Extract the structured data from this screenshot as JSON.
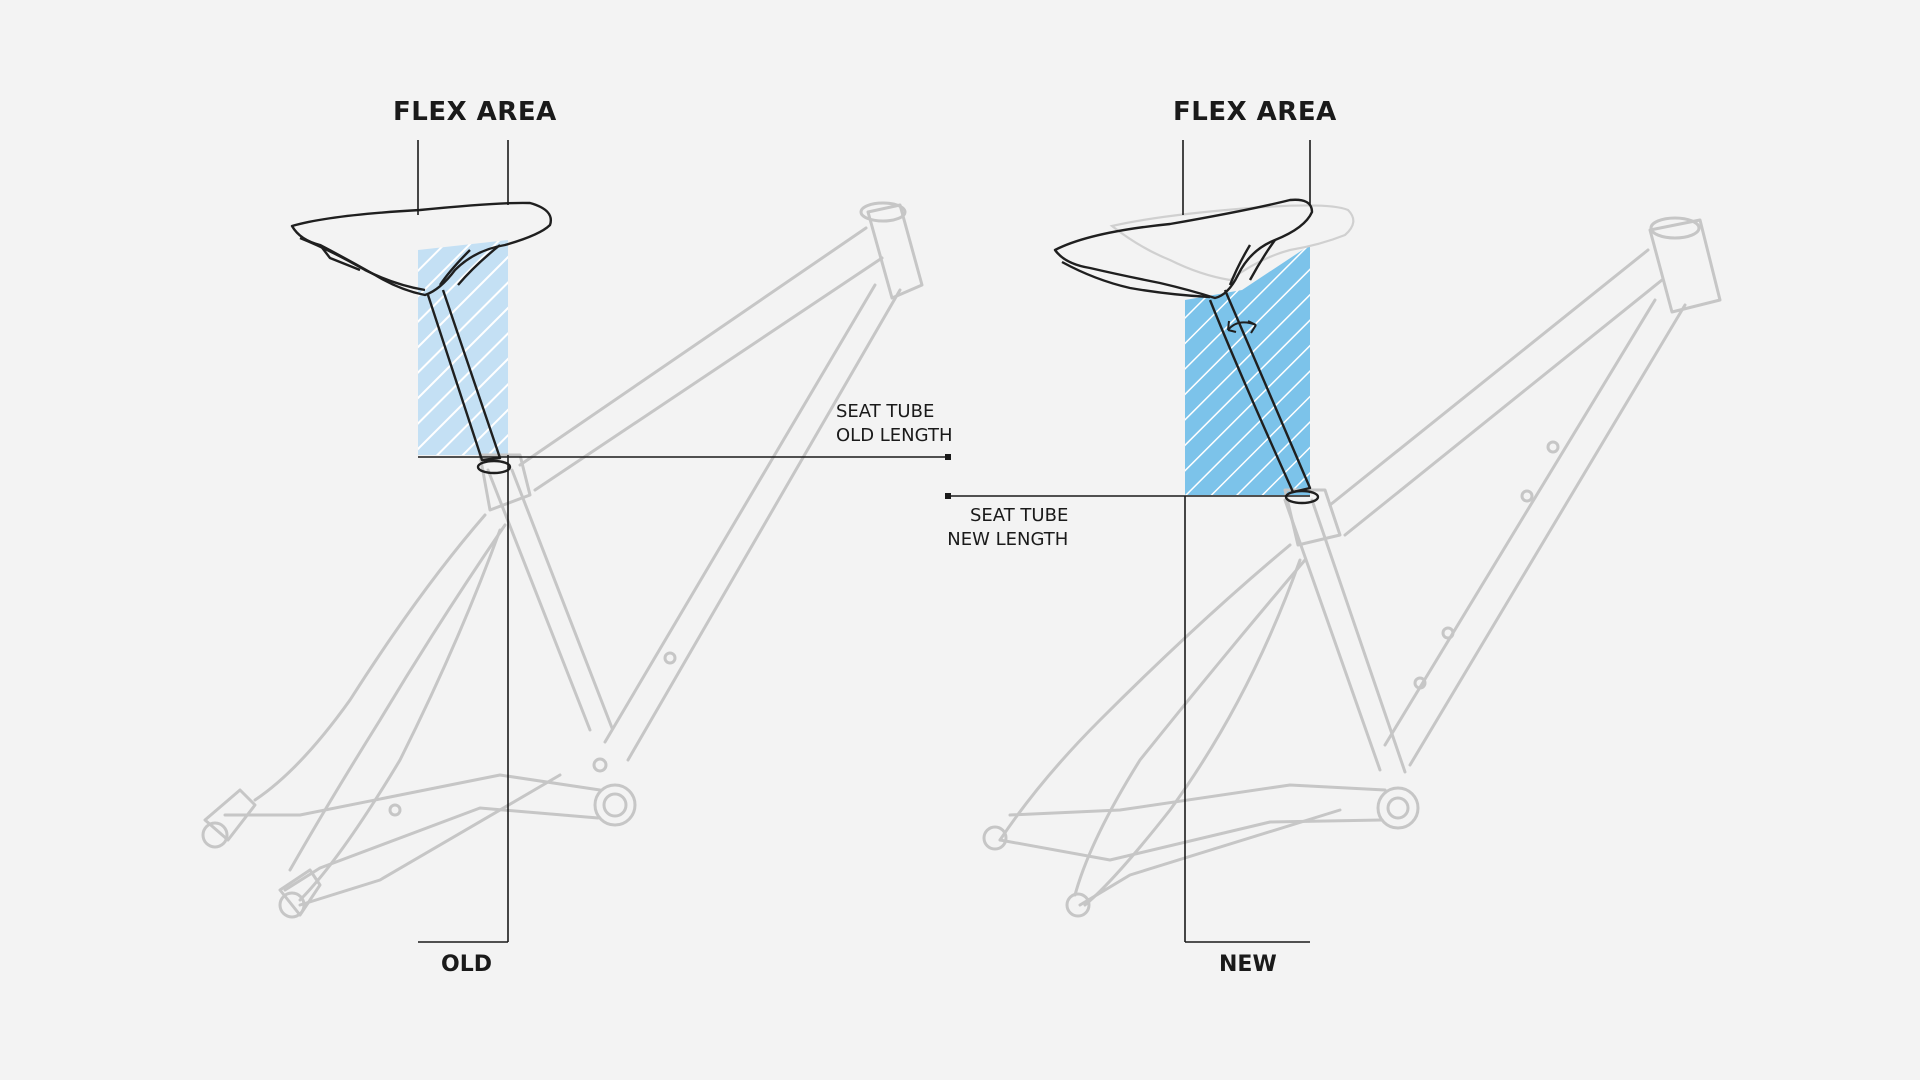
{
  "labels": {
    "flex_area_left": "FLEX AREA",
    "flex_area_right": "FLEX AREA",
    "seat_tube_old_line1": "SEAT TUBE",
    "seat_tube_old_line2": "OLD  LENGTH",
    "seat_tube_new_line1": "SEAT TUBE",
    "seat_tube_new_line2": "NEW  LENGTH",
    "old": "OLD",
    "new": "NEW"
  },
  "colors": {
    "background": "#f3f3f3",
    "frame_stroke": "#c6c6c6",
    "saddle_stroke": "#1f1f1f",
    "annotation_line": "#1a1a1a",
    "flex_area_old": "#bcdcf2",
    "flex_area_new": "#7fc4ea"
  },
  "icons": {
    "flex_arrow": "curved-double-arrow-icon"
  }
}
